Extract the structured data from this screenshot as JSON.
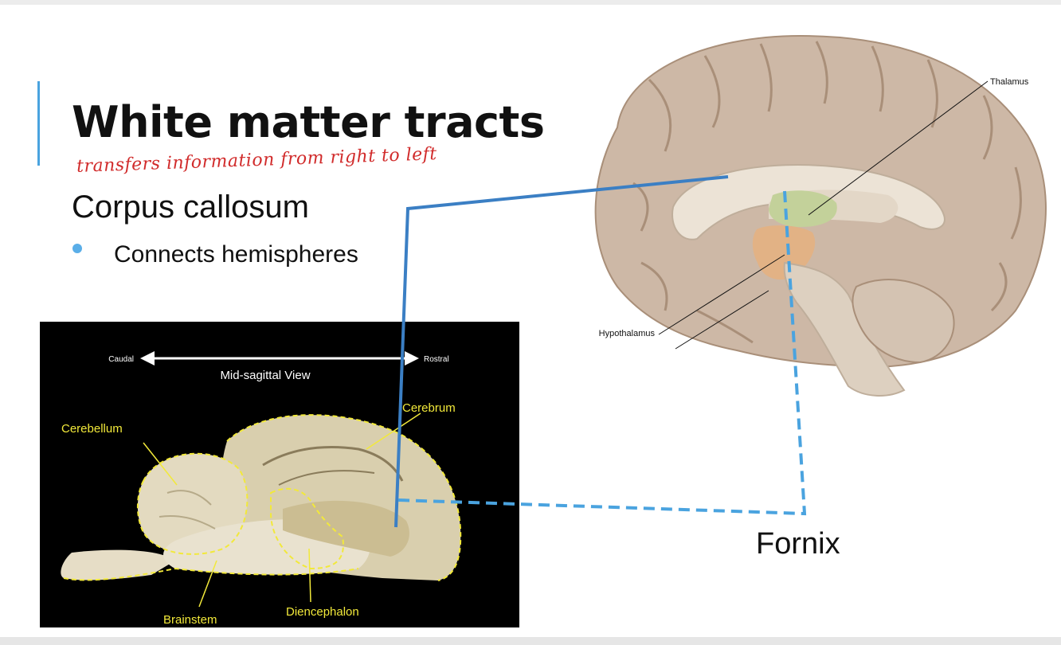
{
  "slide": {
    "title": "White matter tracts",
    "annotation": "transfers information from right to left",
    "heading": "Corpus callosum",
    "bullet": "Connects hemispheres",
    "callout_label": "Fornix"
  },
  "photo": {
    "caudal": "Caudal",
    "rostral": "Rostral",
    "view_title": "Mid-sagittal View",
    "labels": {
      "cerebrum": "Cerebrum",
      "cerebellum": "Cerebellum",
      "brainstem": "Brainstem",
      "diencephalon": "Diencephalon"
    }
  },
  "illustration": {
    "thalamus": "Thalamus",
    "hypothalamus": "Hypothalamus"
  },
  "colors": {
    "accent": "#4aa3df",
    "annotation_ink": "#d12b2b",
    "callout_line": "#3b7fc4",
    "photo_label": "#f2e93a"
  }
}
